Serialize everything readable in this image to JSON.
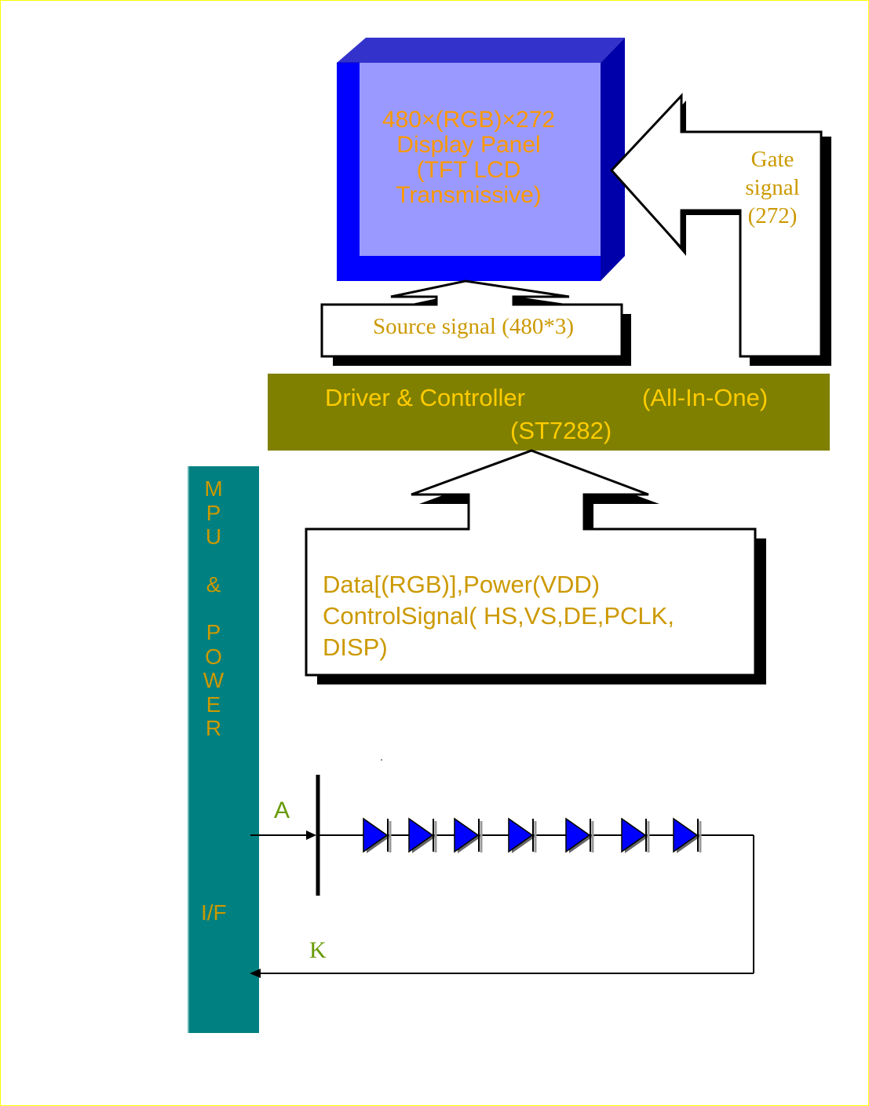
{
  "panel": {
    "line1": "480×(RGB)×272",
    "line2": "Display Panel",
    "line3": "(TFT LCD",
    "line4": "Transmissive)"
  },
  "gate_signal": {
    "line1": "Gate",
    "line2": "signal",
    "line3": "(272)"
  },
  "source_signal": "Source signal (480*3)",
  "driver": {
    "label": "Driver & Controller",
    "suffix": "(All-In-One)",
    "chip": "(ST7282)"
  },
  "interface": {
    "line1": "Data[(RGB)],Power(VDD)",
    "line2": "ControlSignal(  HS,VS,DE,PCLK,",
    "line3": "DISP)"
  },
  "mpu_power": {
    "letters": [
      "M",
      "P",
      "U",
      "",
      "&",
      "",
      "P",
      "O",
      "W",
      "E",
      "R"
    ],
    "if_label": "I/F"
  },
  "backlight": {
    "anode": "A",
    "cathode": "K",
    "led_count": 7
  },
  "colors": {
    "panel_face": "#0000ff",
    "panel_screen": "#9999ff",
    "driver_bar": "#808000",
    "mpu_bar": "#008080",
    "led": "#0000ff",
    "frame": "#ffff00"
  }
}
